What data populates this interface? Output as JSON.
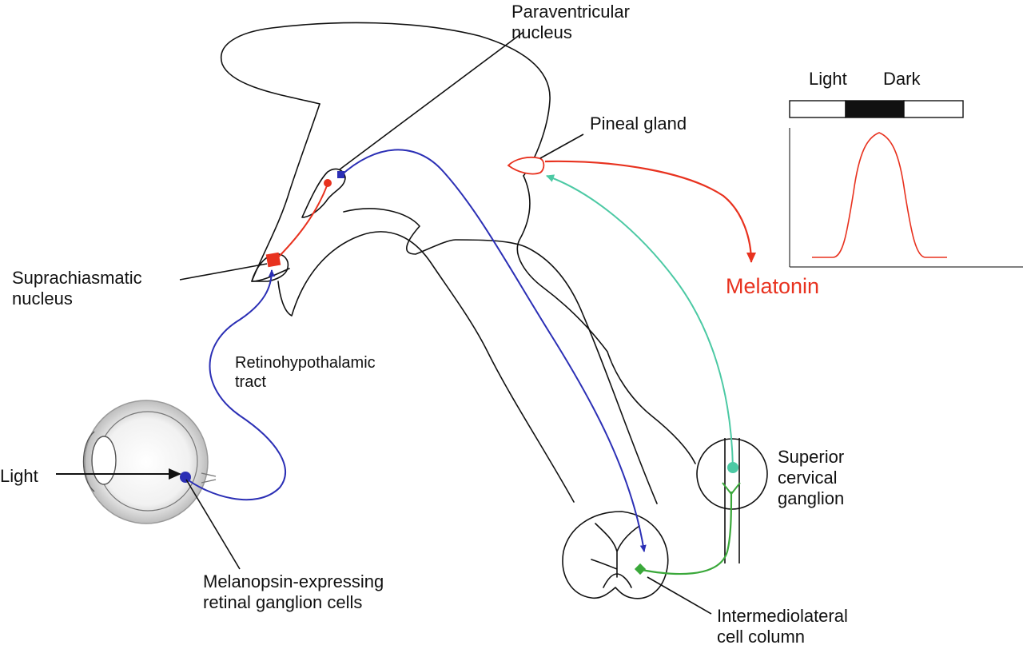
{
  "labels": {
    "paraventricular": [
      "Paraventricular",
      "nucleus"
    ],
    "pineal": "Pineal gland",
    "suprachiasmatic": [
      "Suprachiasmatic",
      "nucleus"
    ],
    "retinohypothalamic": [
      "Retinohypothalamic",
      "tract"
    ],
    "light": "Light",
    "melanopsin": [
      "Melanopsin-expressing",
      "retinal ganglion cells"
    ],
    "superior_cervical": [
      "Superior",
      "cervical",
      "ganglion"
    ],
    "intermediolateral": [
      "Intermediolateral",
      "cell column"
    ],
    "melatonin": "Melatonin"
  },
  "rhythm_chart": {
    "light_label": "Light",
    "dark_label": "Dark"
  },
  "colors": {
    "scn_pathway": "#e8321f",
    "retina_pathway": "#2b2fb5",
    "sympathetic_to_pineal": "#4cc9a4",
    "spinal_to_ganglion": "#3aa83a",
    "melatonin": "#e8321f",
    "outline": "#111111"
  }
}
